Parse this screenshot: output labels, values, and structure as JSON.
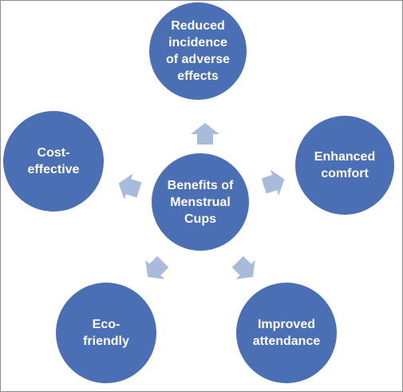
{
  "diagram": {
    "center": "Benefits of\nMenstrual\nCups",
    "nodes": {
      "top": "Reduced\nincidence\nof adverse\neffects",
      "right": "Enhanced\ncomfort",
      "bottom_right": "Improved\nattendance",
      "bottom_left": "Eco-\nfriendly",
      "left": "Cost-\neffective"
    },
    "colors": {
      "circle_fill": "#4a6fb5",
      "arrow_fill": "#a9bbdb",
      "text": "#ffffff",
      "border": "#8c8c8c"
    }
  }
}
